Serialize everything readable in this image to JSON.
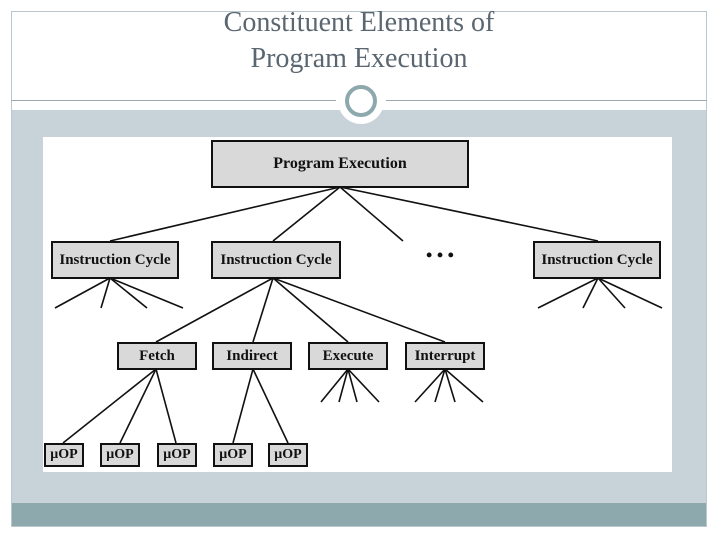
{
  "slide": {
    "title_line1": "Constituent Elements of",
    "title_line2": "Program Execution"
  },
  "diagram": {
    "root": "Program Execution",
    "cycles": [
      "Instruction Cycle",
      "Instruction Cycle",
      "Instruction Cycle"
    ],
    "ellipsis": "• • •",
    "phases": [
      "Fetch",
      "Indirect",
      "Execute",
      "Interrupt"
    ],
    "micro_ops": [
      "μOP",
      "μOP",
      "μOP",
      "μOP",
      "μOP"
    ]
  }
}
